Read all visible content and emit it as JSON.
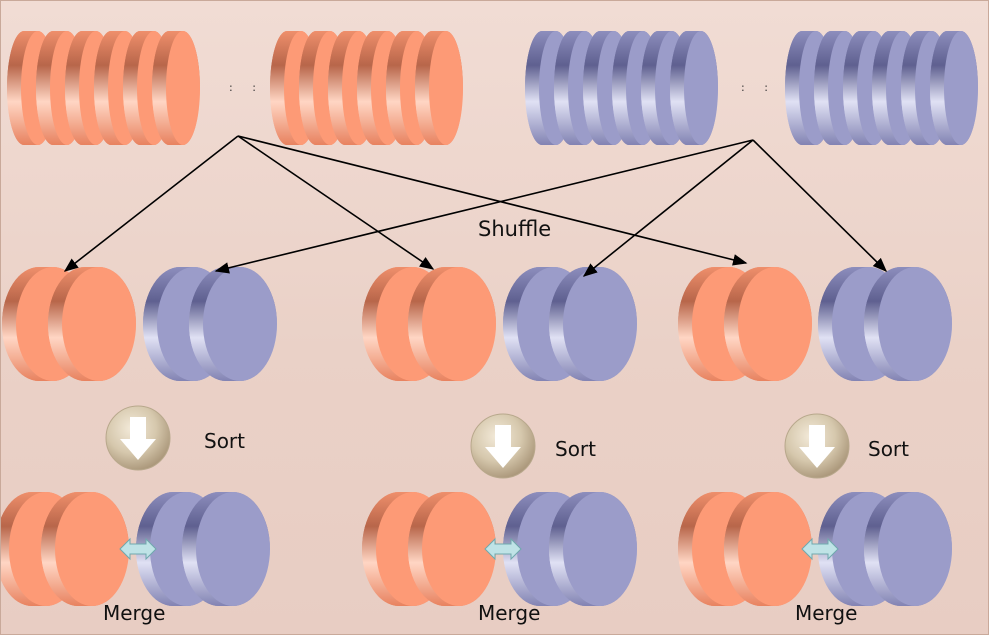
{
  "labels": {
    "shuffle": "Shuffle",
    "sort": "Sort",
    "merge": "Merge",
    "ellipsis": ": :"
  },
  "colors": {
    "orange_face": "#fd9a76",
    "orange_side_dark": "#b8664a",
    "orange_side_light": "#ffd6c4",
    "blue_face": "#9b9cc9",
    "blue_side_dark": "#5f6090",
    "blue_side_light": "#e0e1f4",
    "arrow": "#000000",
    "sort_button_dark": "#a69275",
    "sort_button_light": "#f3ead9",
    "merge_arrow_fill": "#bfe3e6",
    "merge_arrow_stroke": "#6fa8ad"
  },
  "icons": [
    "sort-down-arrow-icon",
    "merge-double-arrow-icon"
  ]
}
